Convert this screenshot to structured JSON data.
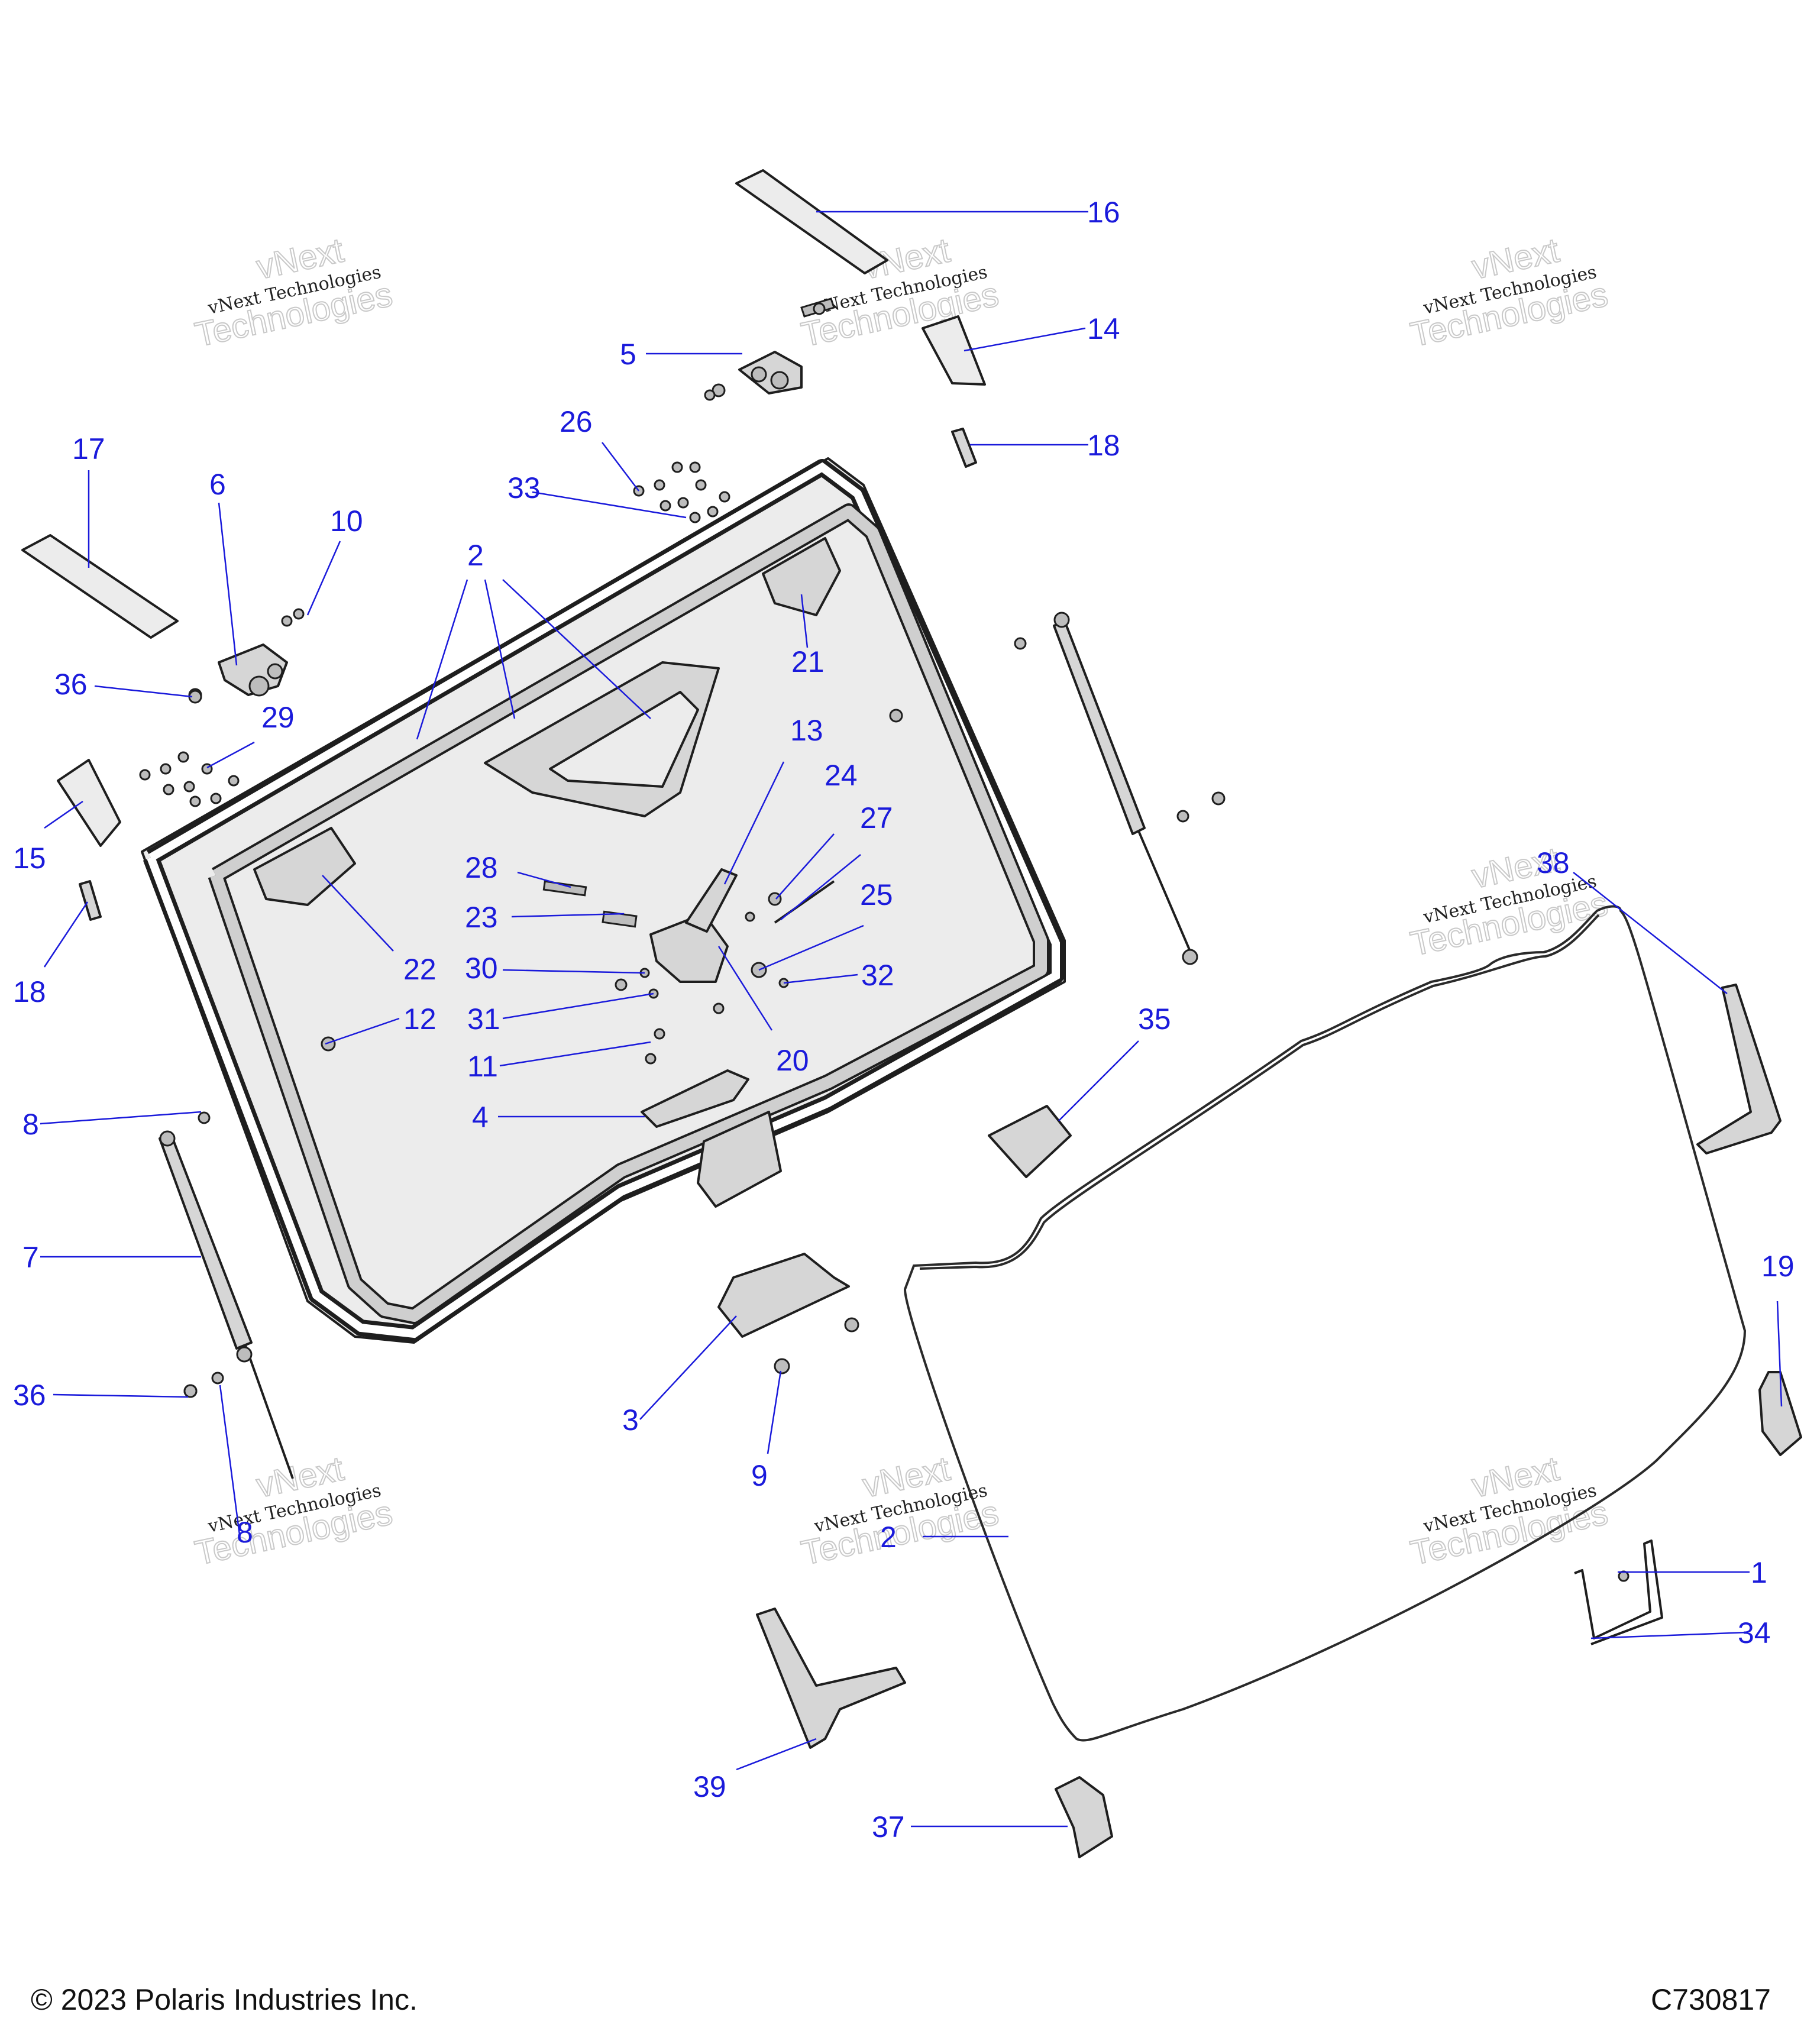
{
  "watermark": {
    "line1": "vNext",
    "line2": "vNext Technologies",
    "line3": "Technologies"
  },
  "callouts": [
    "1",
    "2",
    "3",
    "4",
    "5",
    "6",
    "7",
    "8",
    "9",
    "10",
    "11",
    "12",
    "13",
    "14",
    "15",
    "16",
    "17",
    "18",
    "19",
    "20",
    "21",
    "22",
    "23",
    "24",
    "25",
    "26",
    "27",
    "28",
    "29",
    "30",
    "31",
    "32",
    "33",
    "34",
    "35",
    "36",
    "37",
    "38",
    "39"
  ],
  "footer": {
    "copyright": "© 2023 Polaris Industries Inc.",
    "figure_id": "C730817"
  },
  "colors": {
    "callout": "#1a1adb",
    "line_art": "#1e1e1e",
    "part_fill": "#d6d6d6",
    "watermark_outline": "#c9c9c9"
  }
}
